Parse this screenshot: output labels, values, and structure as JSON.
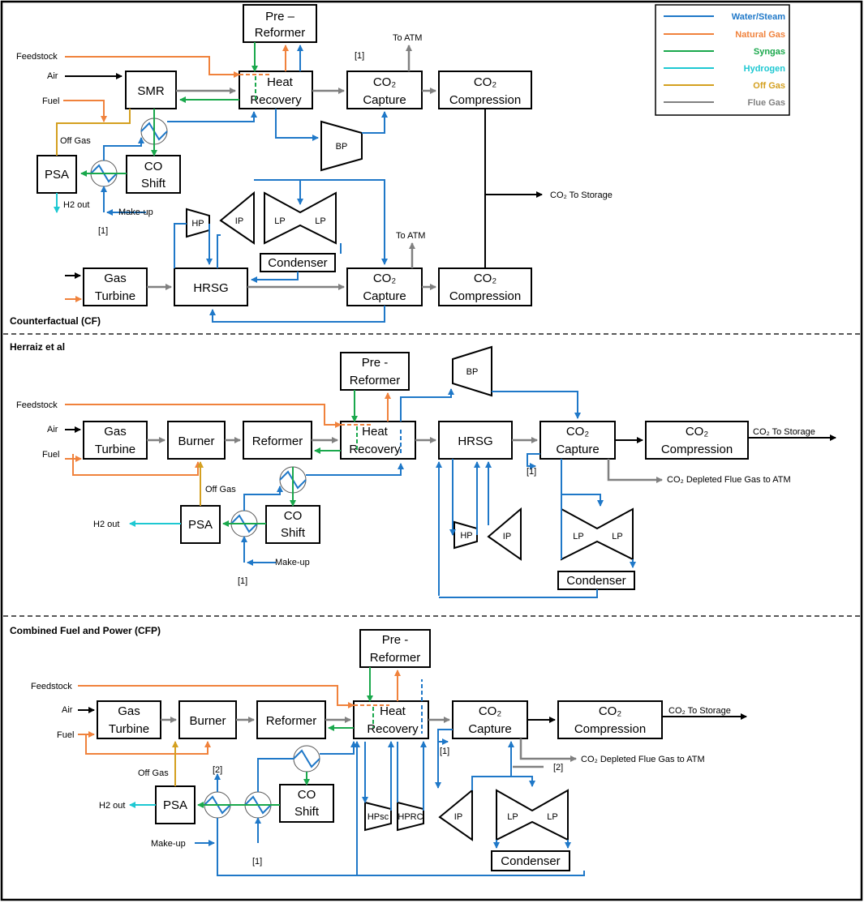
{
  "legend": {
    "water_steam": "Water/Steam",
    "natural_gas": "Natural Gas",
    "syngas": "Syngas",
    "hydrogen": "Hydrogen",
    "off_gas": "Off Gas",
    "flue_gas": "Flue Gas"
  },
  "colors": {
    "water_steam": "#1f78c8",
    "natural_gas": "#f0823c",
    "syngas": "#1aa84c",
    "hydrogen": "#1ec8d2",
    "off_gas": "#d4a020",
    "flue_gas": "#808080"
  },
  "cf": {
    "title": "Counterfactual (CF)",
    "pre": "Pre –",
    "reformer": "Reformer",
    "smr": "SMR",
    "heat": "Heat",
    "recovery": "Recovery",
    "co2": "CO₂",
    "capture": "Capture",
    "compression": "Compression",
    "psa": "PSA",
    "co": "CO",
    "shift": "Shift",
    "bp": "BP",
    "gas": "Gas",
    "turbine": "Turbine",
    "hrsg": "HRSG",
    "condenser": "Condenser",
    "hp": "HP",
    "ip": "IP",
    "lp": "LP",
    "feedstock": "Feedstock",
    "air": "Air",
    "fuel": "Fuel",
    "off_gas": "Off Gas",
    "h2_out": "H2 out",
    "make_up": "Make-up",
    "ref1": "[1]",
    "to_atm": "To ATM",
    "co2_to_storage": "CO₂ To Storage"
  },
  "hz": {
    "title": "Herraiz et al",
    "pre": "Pre -",
    "reformer": "Reformer",
    "burner": "Burner",
    "gas": "Gas",
    "turbine": "Turbine",
    "heat": "Heat",
    "recovery": "Recovery",
    "hrsg": "HRSG",
    "co2": "CO₂",
    "capture": "Capture",
    "compression": "Compression",
    "psa": "PSA",
    "co": "CO",
    "shift": "Shift",
    "bp": "BP",
    "hp": "HP",
    "ip": "IP",
    "lp": "LP",
    "condenser": "Condenser",
    "feedstock": "Feedstock",
    "air": "Air",
    "fuel": "Fuel",
    "off_gas": "Off Gas",
    "h2_out": "H2 out",
    "make_up": "Make-up",
    "ref1": "[1]",
    "co2_to_storage": "CO₂ To Storage",
    "depleted": "CO₂ Depleted Flue Gas to ATM"
  },
  "cfp": {
    "title": "Combined Fuel and Power (CFP)",
    "pre": "Pre -",
    "reformer": "Reformer",
    "burner": "Burner",
    "gas": "Gas",
    "turbine": "Turbine",
    "heat": "Heat",
    "recovery": "Recovery",
    "co2": "CO₂",
    "capture": "Capture",
    "compression": "Compression",
    "psa": "PSA",
    "co": "CO",
    "shift": "Shift",
    "hpsc": "HPsc",
    "hprc": "HPRC",
    "ip": "IP",
    "lp": "LP",
    "condenser": "Condenser",
    "feedstock": "Feedstock",
    "air": "Air",
    "fuel": "Fuel",
    "off_gas": "Off Gas",
    "h2_out": "H2 out",
    "make_up": "Make-up",
    "ref1": "[1]",
    "ref2": "[2]",
    "co2_to_storage": "CO₂ To Storage",
    "depleted": "CO₂ Depleted Flue Gas to ATM"
  }
}
